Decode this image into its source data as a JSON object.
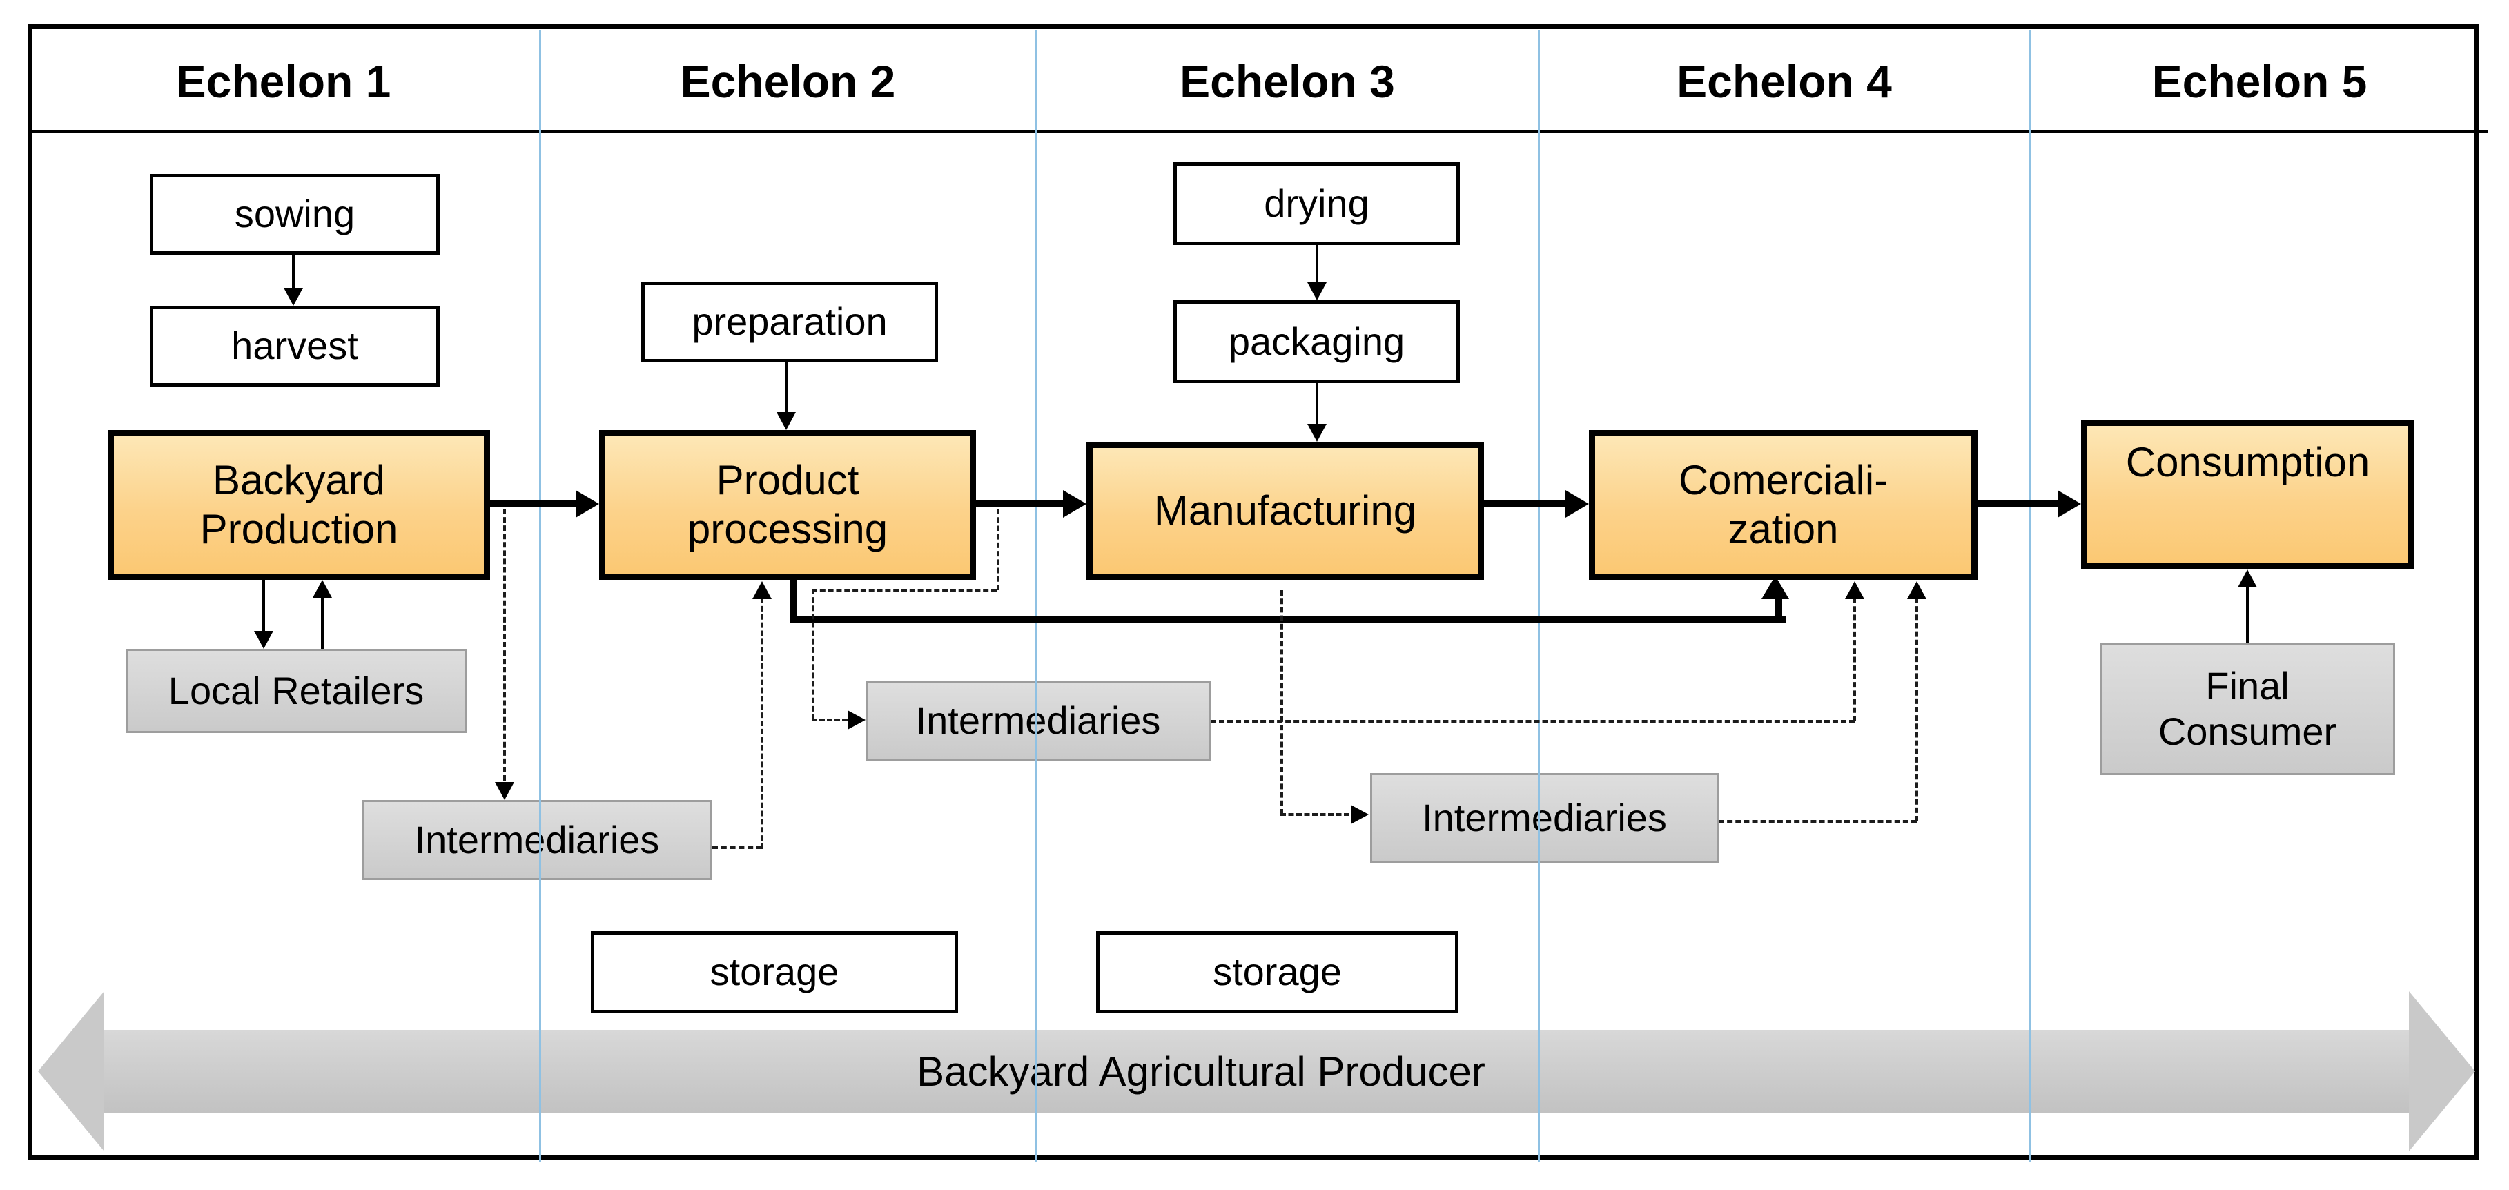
{
  "echelons": [
    "Echelon 1",
    "Echelon 2",
    "Echelon 3",
    "Echelon 4",
    "Echelon 5"
  ],
  "white_boxes": {
    "sowing": "sowing",
    "harvest": "harvest",
    "preparation": "preparation",
    "drying": "drying",
    "packaging": "packaging",
    "storage": "storage"
  },
  "main_boxes": {
    "backyard_production": {
      "line1": "Backyard",
      "line2": "Production"
    },
    "product_processing": {
      "line1": "Product",
      "line2": "processing"
    },
    "manufacturing": "Manufacturing",
    "comercialization": {
      "line1": "Comerciali-",
      "line2": "zation"
    },
    "consumption": "Consumption"
  },
  "gray_boxes": {
    "local_retailers": "Local Retailers",
    "intermediaries": "Intermediaries",
    "final_consumer": {
      "line1": "Final",
      "line2": "Consumer"
    }
  },
  "footer_arrow": {
    "label": "Backyard Agricultural Producer"
  },
  "colors": {
    "main_box_fill_top": "#fde7b6",
    "main_box_fill_bottom": "#fbc873",
    "main_box_border": "#000000",
    "white_box_border": "#000000",
    "gray_box_fill": "#d2d2d2",
    "gray_box_border": "#9d9d9d",
    "column_divider_blue": "#8fc1e3",
    "connector_black": "#000000",
    "footer_band_gray": "#c7c7c7"
  }
}
